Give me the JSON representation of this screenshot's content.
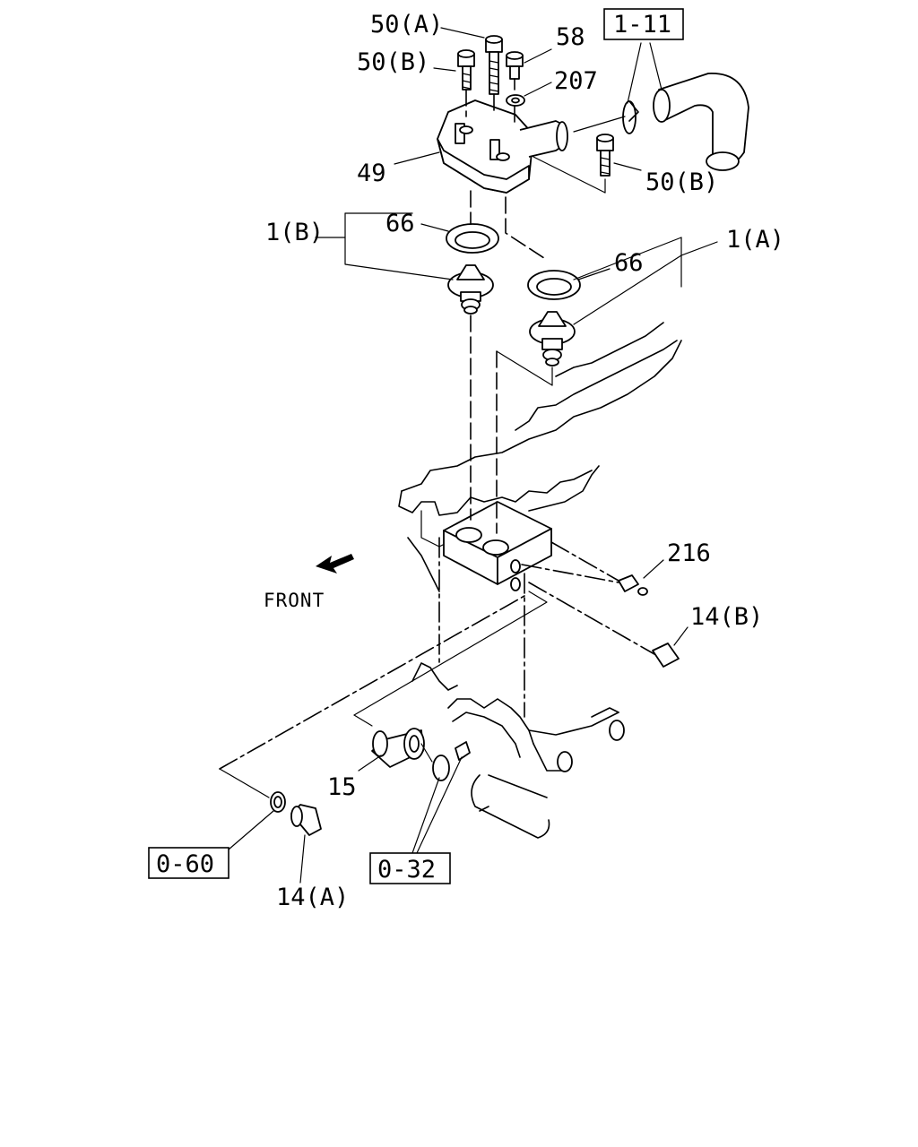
{
  "callouts": {
    "c_50a": "50(A)",
    "c_50b_top": "50(B)",
    "c_58": "58",
    "c_207": "207",
    "c_49": "49",
    "c_50b_right": "50(B)",
    "c_66_left": "66",
    "c_1b": "1(B)",
    "c_66_right": "66",
    "c_1a": "1(A)",
    "c_216": "216",
    "c_14b": "14(B)",
    "c_15": "15",
    "c_14a": "14(A)"
  },
  "reference_boxes": {
    "ref_1_11": "1-11",
    "ref_0_60": "0-60",
    "ref_0_32": "0-32"
  },
  "front_label": "FRONT"
}
